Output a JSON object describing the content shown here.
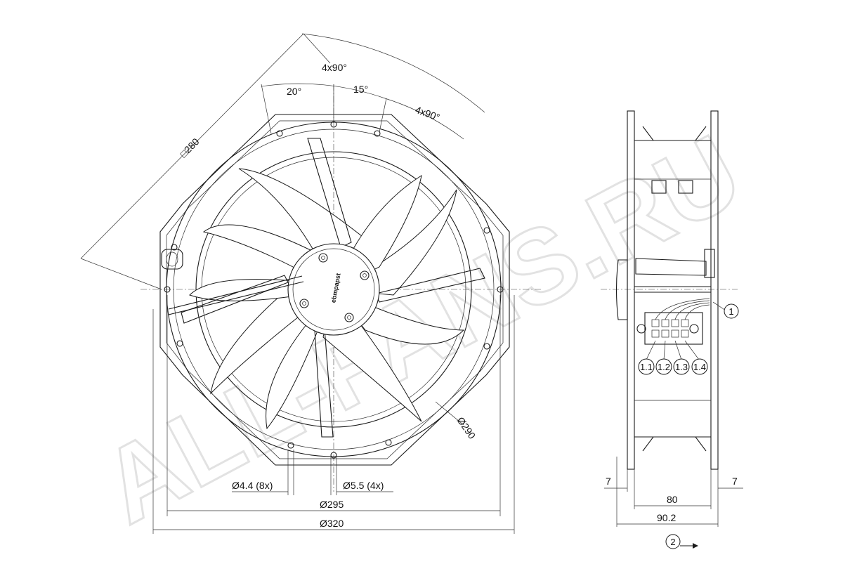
{
  "watermark": "ALL-FANS.RU",
  "dimensions": {
    "angle_pitch_a": "4x90°",
    "angle_pitch_b": "4x90°",
    "angle_left": "20°",
    "angle_right": "15°",
    "square": "□280",
    "diameter_290": "Ø290",
    "hole_small": "Ø4.4 (8x)",
    "hole_large": "Ø5.5 (4x)",
    "diameter_295": "Ø295",
    "diameter_320": "Ø320",
    "side_7_left": "7",
    "side_7_right": "7",
    "depth_80": "80",
    "depth_90_2": "90.2"
  },
  "callouts": {
    "item_1": "1",
    "item_2": "2",
    "pin_1_1": "1.1",
    "pin_1_2": "1.2",
    "pin_1_3": "1.3",
    "pin_1_4": "1.4"
  },
  "hub_logo": "ebmpapst"
}
